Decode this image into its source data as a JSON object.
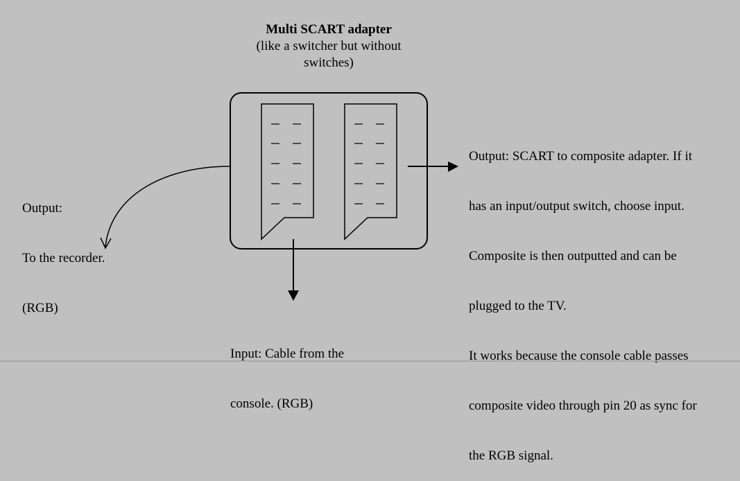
{
  "title": {
    "heading": "Multi SCART adapter",
    "sub1": "(like a switcher but without",
    "sub2": "switches)"
  },
  "left": {
    "line1": "Output:",
    "line2": "To the recorder.",
    "line3": "(RGB)"
  },
  "bottom": {
    "line1": "Input: Cable from the",
    "line2": "console. (RGB)"
  },
  "right": {
    "line1": "Output: SCART to composite adapter. If it",
    "line2": "has an input/output switch, choose input.",
    "line3": "Composite is then outputted and can be",
    "line4": "plugged to the TV.",
    "line5": "It works because the console cable passes",
    "line6": "composite video through pin 20 as sync for",
    "line7": "the RGB signal."
  }
}
